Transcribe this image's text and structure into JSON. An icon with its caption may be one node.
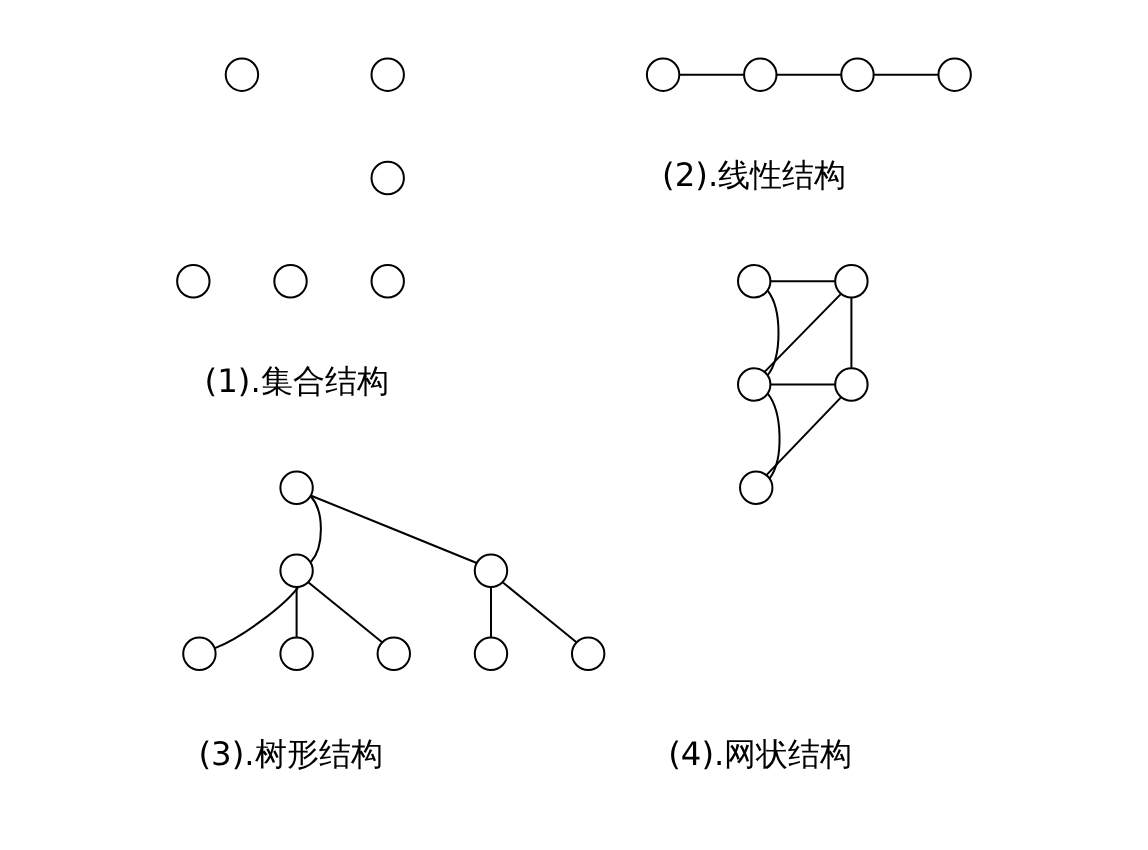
{
  "diagram": {
    "nodes": [
      {
        "text": [],
        "shape": "circle"
      },
      {
        "text": [],
        "shape": "circle"
      },
      {
        "text": [],
        "shape": "circle"
      },
      {
        "text": [],
        "shape": "circle"
      },
      {
        "text": [],
        "shape": "circle"
      },
      {
        "text": [],
        "shape": "circle"
      },
      {
        "text": [],
        "shape": "circle"
      },
      {
        "text": [],
        "shape": "circle"
      },
      {
        "text": [],
        "shape": "circle"
      },
      {
        "text": [],
        "shape": "circle"
      },
      {
        "text": [],
        "shape": "circle"
      },
      {
        "text": [],
        "shape": "circle"
      },
      {
        "text": [],
        "shape": "circle"
      },
      {
        "text": [],
        "shape": "circle"
      },
      {
        "text": [],
        "shape": "circle"
      },
      {
        "text": [],
        "shape": "circle"
      },
      {
        "text": [],
        "shape": "circle"
      },
      {
        "text": [],
        "shape": "circle"
      },
      {
        "text": [],
        "shape": "circle"
      },
      {
        "text": [],
        "shape": "circle"
      },
      {
        "text": [],
        "shape": "circle"
      },
      {
        "text": [],
        "shape": "circle"
      },
      {
        "text": [],
        "shape": "circle"
      }
    ],
    "edges": [
      {
        "from": 6,
        "to": 7,
        "arrow": "none"
      },
      {
        "from": 7,
        "to": 8,
        "arrow": "none"
      },
      {
        "from": 8,
        "to": 9,
        "arrow": "none"
      },
      {
        "from": 10,
        "to": 11,
        "arrow": "none"
      },
      {
        "from": 10,
        "to": 12,
        "arrow": "none"
      },
      {
        "from": 11,
        "to": 13,
        "arrow": "none"
      },
      {
        "from": 11,
        "to": 14,
        "arrow": "none"
      },
      {
        "from": 11,
        "to": 15,
        "arrow": "none"
      },
      {
        "from": 12,
        "to": 16,
        "arrow": "none"
      },
      {
        "from": 12,
        "to": 17,
        "arrow": "none"
      },
      {
        "from": 18,
        "to": 19,
        "arrow": "none"
      },
      {
        "from": 18,
        "to": 20,
        "arrow": "none"
      },
      {
        "from": 19,
        "to": 20,
        "arrow": "none"
      },
      {
        "from": 19,
        "to": 21,
        "arrow": "none"
      },
      {
        "from": 20,
        "to": 21,
        "arrow": "none"
      },
      {
        "from": 20,
        "to": 22,
        "arrow": "none"
      },
      {
        "from": 21,
        "to": 22,
        "arrow": "none"
      }
    ],
    "labels": [
      "(1).集合结构",
      "(2).线性结构",
      "(3).树形结构",
      "(4).网状结构"
    ]
  }
}
